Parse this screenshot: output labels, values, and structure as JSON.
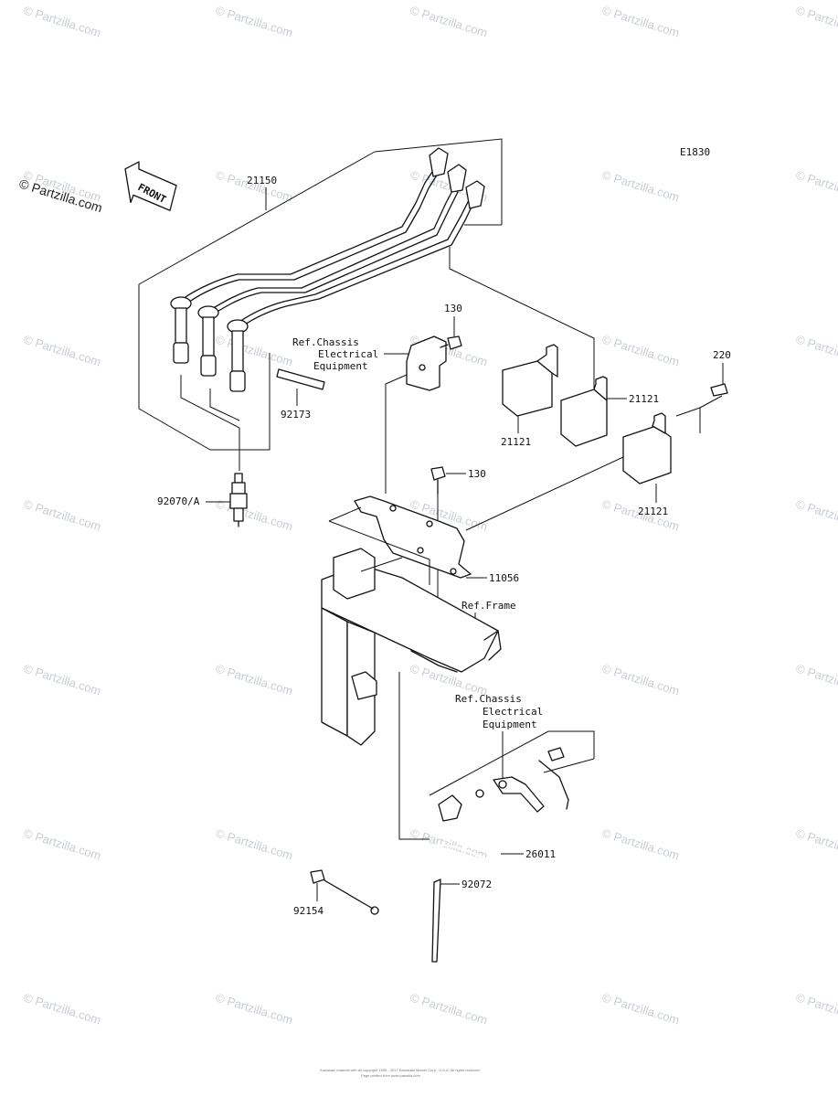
{
  "diagram": {
    "code": "E1830",
    "brand_watermark": "© Partzilla.com",
    "watermark_text": "© Partzilla.com",
    "front_arrow_label": "FRONT",
    "copyright_line1": "Kawasaki material with all copyright 1995 - 2017 Kawasaki Motors Corp., U.S.A. All rights reserved.",
    "copyright_line2": "Page printed from www.partzilla.com",
    "part_labels": {
      "p21150": "21150",
      "p130a": "130",
      "p130b": "130",
      "p220": "220",
      "p21121a": "21121",
      "p21121b": "21121",
      "p21121c": "21121",
      "p92173": "92173",
      "p92070": "92070/A",
      "p11056": "11056",
      "p26011": "26011",
      "p92072": "92072",
      "p92154": "92154"
    },
    "refs": {
      "chassis_upper_1": "Ref.Chassis",
      "chassis_upper_2": "Electrical",
      "chassis_upper_3": "Equipment",
      "frame": "Ref.Frame",
      "chassis_lower_1": "Ref.Chassis",
      "chassis_lower_2": "Electrical",
      "chassis_lower_3": "Equipment"
    }
  }
}
